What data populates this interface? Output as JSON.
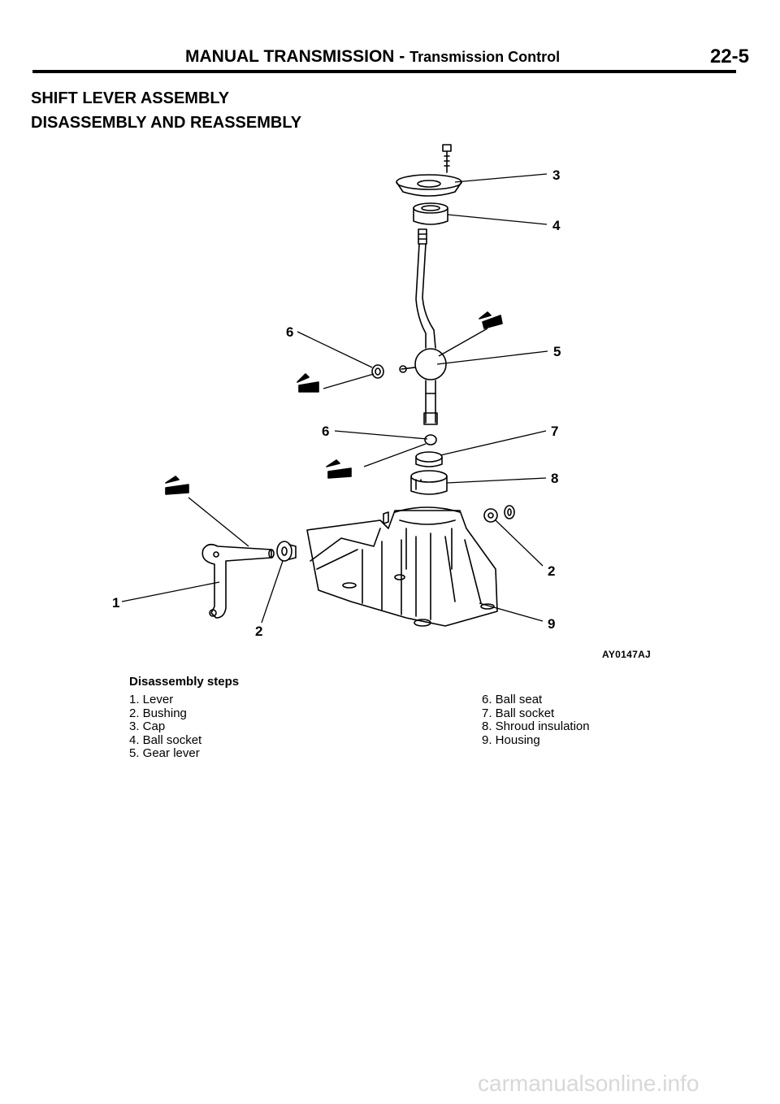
{
  "header": {
    "section": "MANUAL TRANSMISSION",
    "separator": " - ",
    "subsection": "Transmission Control",
    "page_number": "22-5"
  },
  "title": {
    "line1": "SHIFT LEVER ASSEMBLY",
    "line2": "DISASSEMBLY AND REASSEMBLY"
  },
  "figure": {
    "code": "AY0147AJ",
    "callouts": [
      "3",
      "4",
      "5",
      "6",
      "6",
      "7",
      "8",
      "2",
      "1",
      "2",
      "9"
    ]
  },
  "steps": {
    "heading": "Disassembly steps",
    "left": [
      "1. Lever",
      "2. Bushing",
      "3. Cap",
      "4. Ball socket",
      "5. Gear lever"
    ],
    "right": [
      "6. Ball seat",
      "7. Ball socket",
      "8. Shroud insulation",
      "9. Housing"
    ]
  },
  "watermark": "carmanualsonline.info",
  "colors": {
    "ink": "#000000",
    "watermark": "#d8d8d8"
  }
}
